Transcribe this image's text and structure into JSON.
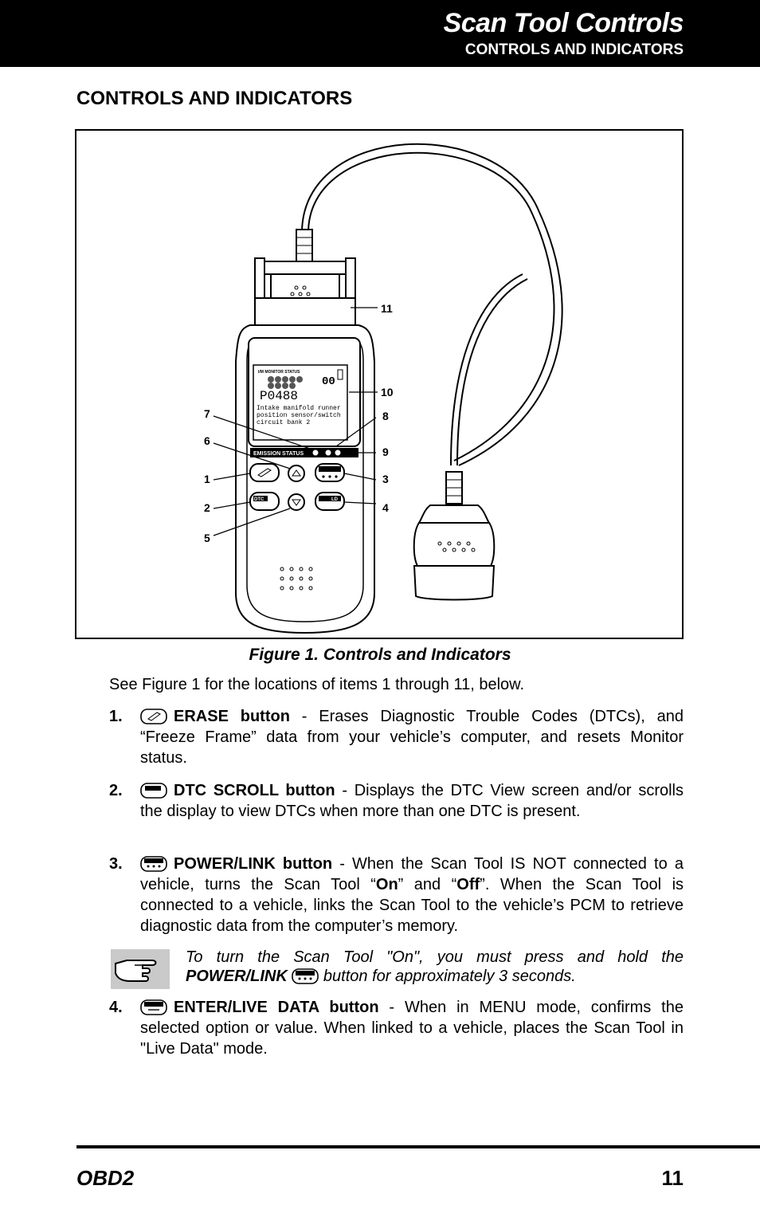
{
  "header": {
    "title": "Scan Tool Controls",
    "subtitle": "CONTROLS AND INDICATORS"
  },
  "section_heading": "CONTROLS AND INDICATORS",
  "figure": {
    "caption": "Figure 1. Controls and Indicators",
    "callouts": [
      "1",
      "2",
      "3",
      "4",
      "5",
      "6",
      "7",
      "8",
      "9",
      "10",
      "11"
    ],
    "screen": {
      "status_title": "I/M MONITOR STATUS",
      "code": "P0488",
      "line1": "Intake manifold runner",
      "line2": "position sensor/switch",
      "line3": "circuit bank 2"
    },
    "device_labels": {
      "emission_status": "EMISSION STATUS",
      "dtc": "DTC",
      "ld": "LD"
    }
  },
  "intro": "See Figure 1 for the locations of items 1 through 11, below.",
  "items": [
    {
      "num": "1.",
      "icon": "erase-button-icon",
      "label": "ERASE button",
      "text": " - Erases Diagnostic Trouble Codes (DTCs), and “Freeze Frame” data from your vehicle’s computer, and resets Monitor status."
    },
    {
      "num": "2.",
      "icon": "dtc-scroll-button-icon",
      "label": "DTC SCROLL button",
      "text": " - Displays the DTC View screen and/or scrolls the display to view DTCs when more than one DTC is present."
    },
    {
      "num": "3.",
      "icon": "power-link-button-icon",
      "label": "POWER/LINK button",
      "text_a": " - When the Scan Tool IS NOT connected to a vehicle, turns the Scan Tool “",
      "on": "On",
      "text_b": "” and “",
      "off": "Off",
      "text_c": "”. When the Scan Tool is connected to a vehicle, links the Scan Tool to the vehicle’s PCM to retrieve diagnostic data from the computer’s memory."
    },
    {
      "num": "4.",
      "icon": "enter-live-data-button-icon",
      "label": "ENTER/LIVE DATA button",
      "text": " - When in MENU mode, confirms the selected option or value. When linked to a vehicle, places the Scan Tool in \"Live Data\" mode."
    }
  ],
  "note": {
    "icon": "pointing-hand-icon",
    "text_a": "To turn the Scan Tool \"On\", you must press and hold the ",
    "bold": "POWER/LINK",
    "text_b": " button for approximately 3 seconds."
  },
  "footer": {
    "left": "OBD2",
    "right": "11"
  }
}
